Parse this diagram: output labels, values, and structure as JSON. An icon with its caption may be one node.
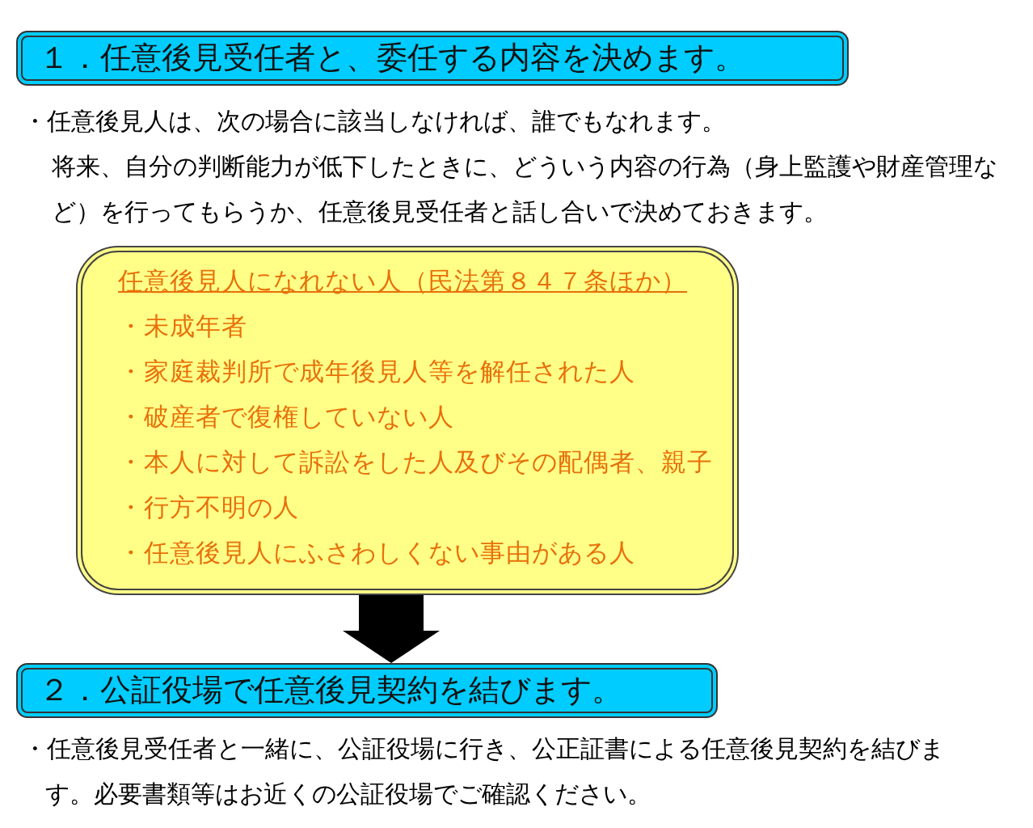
{
  "diagram": {
    "nodes": [
      {
        "text": [
          "１．任意後見受任者と、委任する内容を決めます。"
        ]
      },
      {
        "text": [
          "任意後見人になれない人（民法第８４７条ほか）",
          "・未成年者",
          "・家庭裁判所で成年後見人等を解任された人",
          "・破産者で復権していない人",
          "・本人に対して訴訟をした人及びその配偶者、親子",
          "・行方不明の人",
          "・任意後見人にふさわしくない事由がある人"
        ]
      },
      {
        "text": [
          "２．公証役場で任意後見契約を結びます。"
        ]
      }
    ],
    "edges": [
      {
        "from": 1,
        "to": 2,
        "arrow": "to"
      }
    ],
    "labels": [
      "・任意後見人は、次の場合に該当しなければ、誰でもなれます。",
      "将来、自分の判断能力が低下したときに、どういう内容の行為（身上監護や財産管理など）を行ってもらうか、任意後見受任者と話し合いで決めておきます。",
      "・任意後見受任者と一緒に、公証役場に行き、公正証書による任意後見契約を結びます。必要書類等はお近くの公証役場でご確認ください。"
    ]
  }
}
